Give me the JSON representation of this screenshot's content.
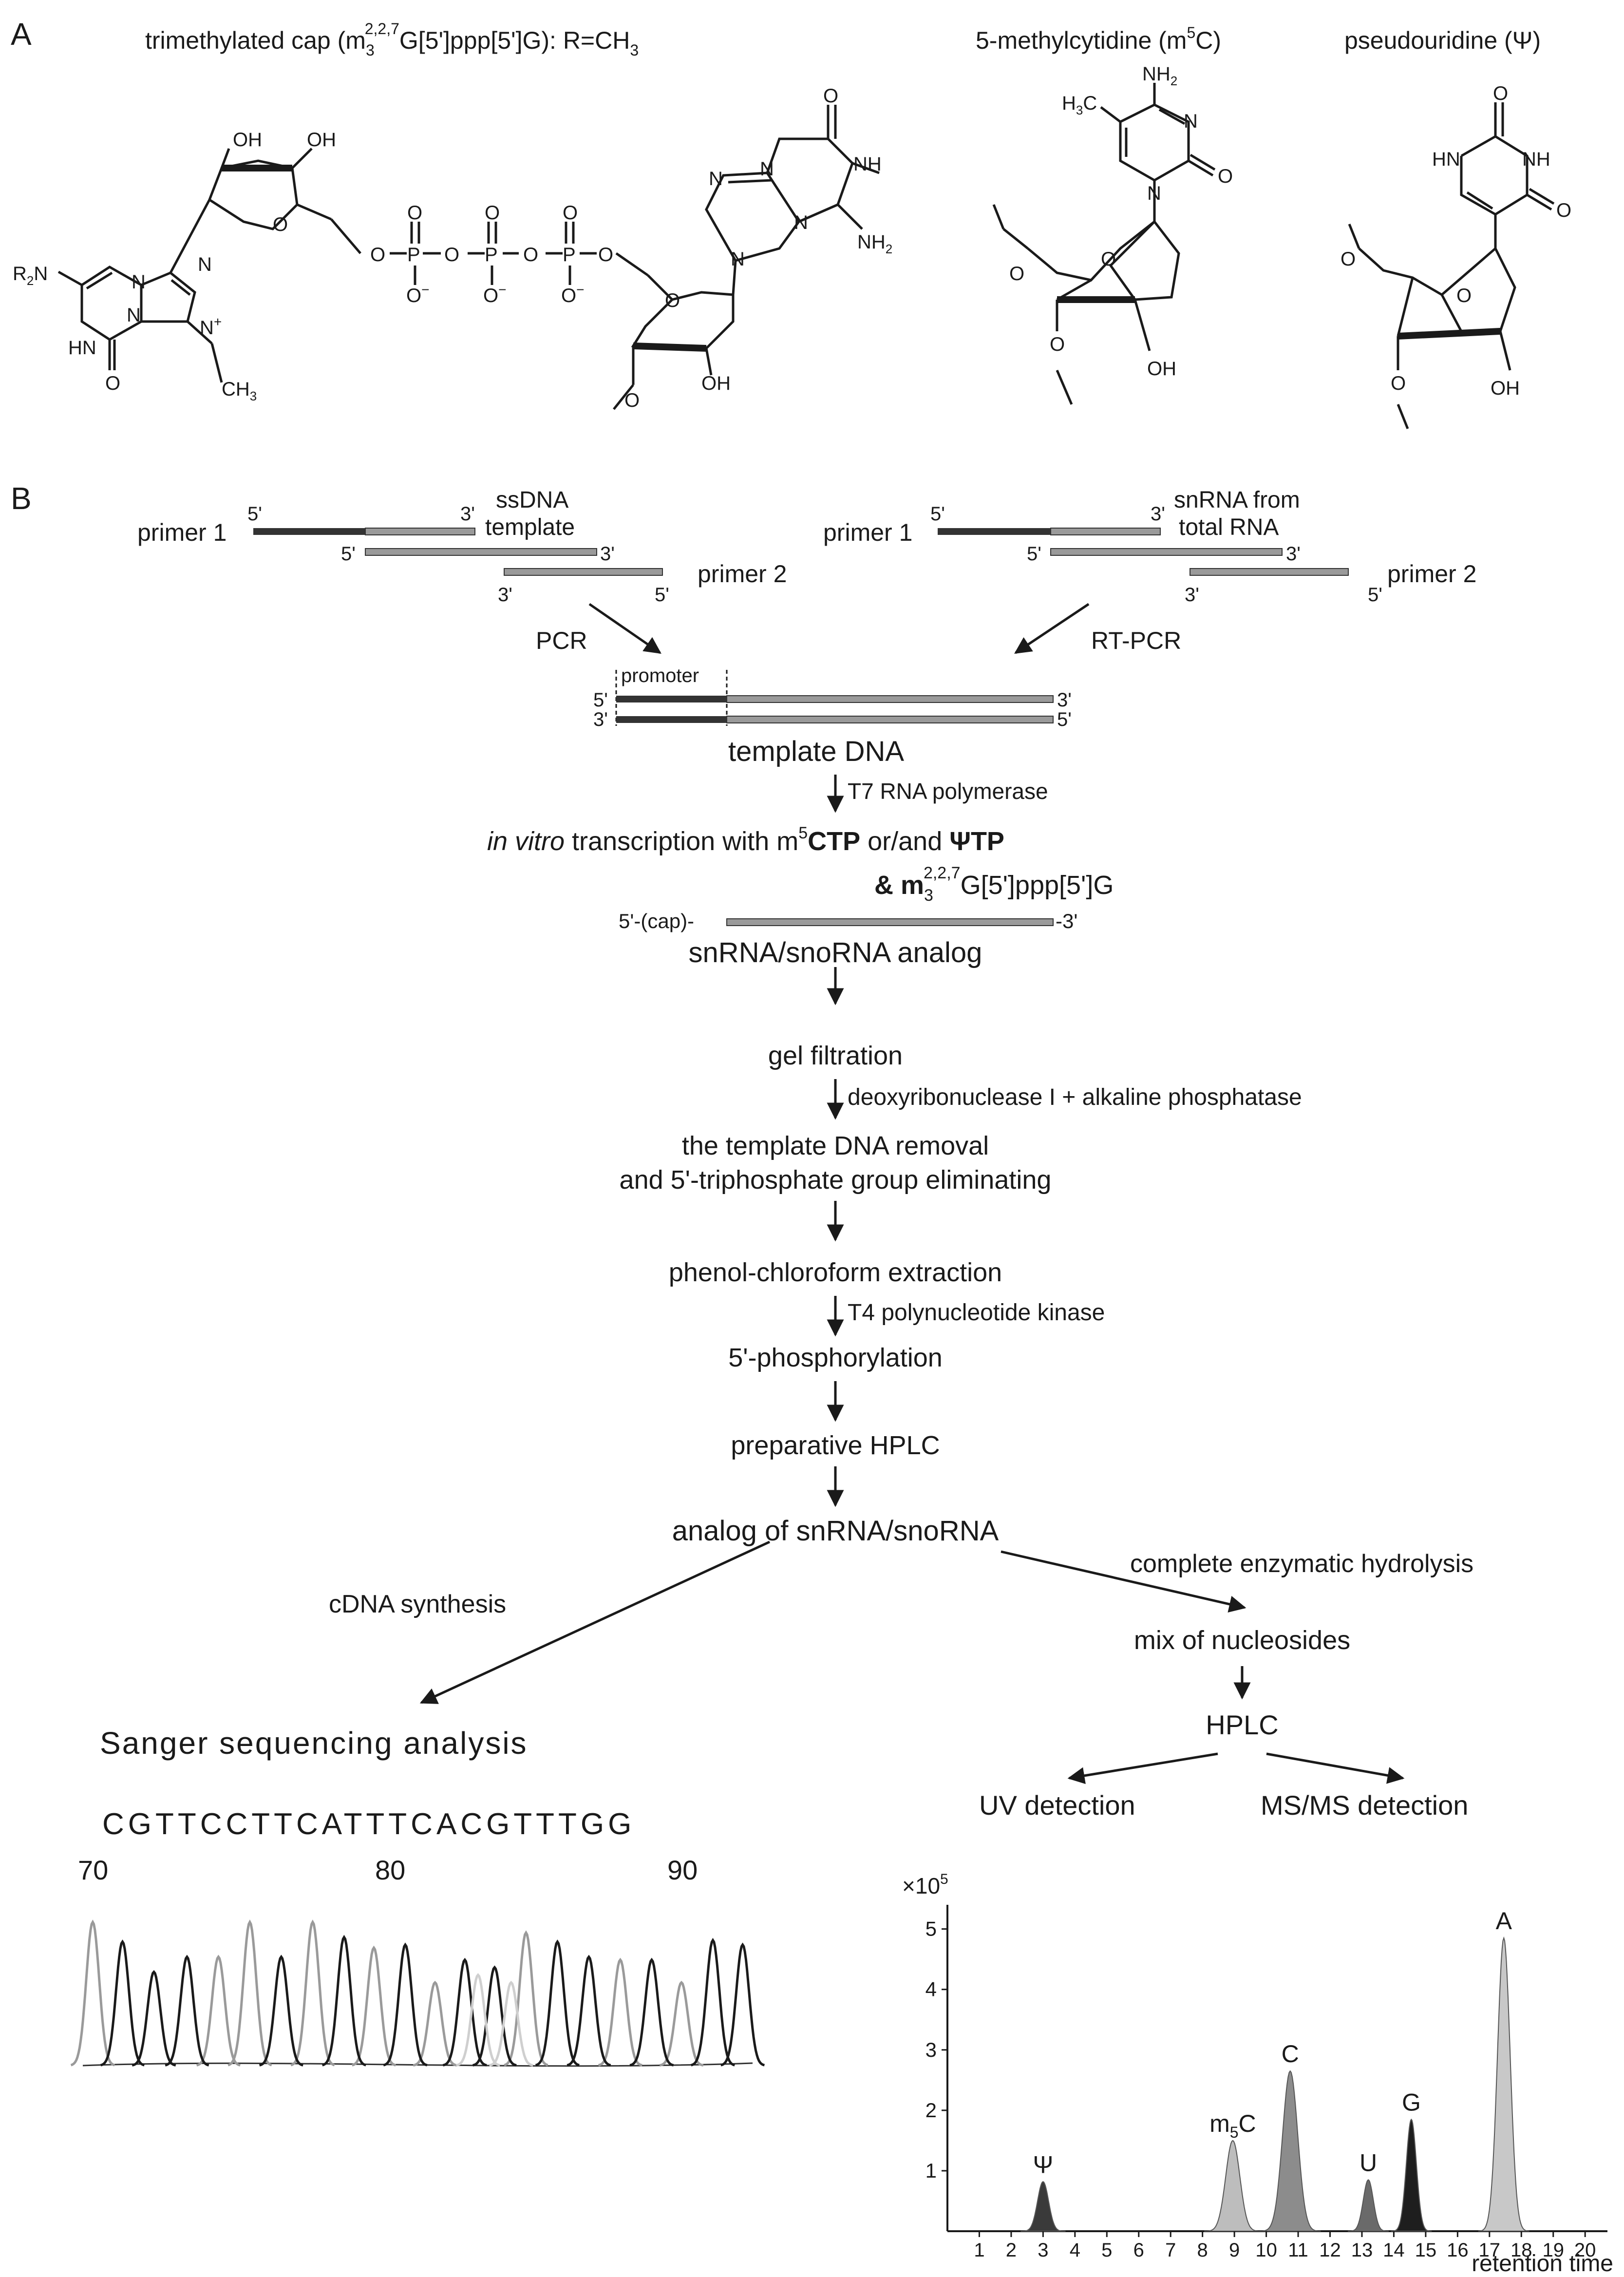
{
  "panelA": {
    "label": "A",
    "cap_title": "trimethylated cap (m3^2,2,7 G[5']ppp[5']G): R=CH3",
    "cap_title_parts": [
      "trimethylated cap (m",
      "3",
      "2,2,7",
      "G[5']ppp[5']G): R=CH",
      "3"
    ],
    "m5c_title": "5-methylcytidine (m5C)",
    "m5c_title_parts": [
      "5-methylcytidine (m",
      "5",
      "C)"
    ],
    "psi_title": "pseudouridine (Ψ)",
    "atoms": {
      "OH": "OH",
      "O": "O",
      "N": "N",
      "NH": "NH",
      "HN": "HN",
      "P": "P",
      "O_minus": "O",
      "minus": "−",
      "NH2": "NH",
      "sub2": "2",
      "R2N": "R",
      "CH3": "CH",
      "sub3": "3",
      "H3C": "H",
      "Nplus": "N",
      "plus": "+"
    }
  },
  "panelB": {
    "label": "B",
    "left_template": {
      "primer1": "primer 1",
      "five": "5'",
      "three": "3'",
      "title_line1": "ssDNA",
      "title_line2": "template",
      "primer2": "primer 2"
    },
    "right_template": {
      "primer1": "primer 1",
      "five": "5'",
      "three": "3'",
      "title_line1": "snRNA from",
      "title_line2": "total RNA",
      "primer2": "primer 2"
    },
    "pcr": "PCR",
    "rtpcr": "RT-PCR",
    "promoter": "promoter",
    "template_dna": "template DNA",
    "t7": "T7 RNA polymerase",
    "ivt_italic": "in vitro",
    "ivt_rest": " transcription  with m",
    "ivt_sup": "5",
    "ivt_bold1": "CTP",
    "ivt_mid": " or/and ",
    "ivt_bold2": "ΨTP",
    "cap_line_amp": "& m",
    "cap_line_sub": "3",
    "cap_line_sup": "2,2,7",
    "cap_line_rest": "G[5']ppp[5']G",
    "rna_5": "5'-(cap)-",
    "rna_3": "-3'",
    "steps": [
      "snRNA/snoRNA analog",
      "gel filtration",
      "deoxyribonuclease I + alkaline phosphatase",
      "the template DNA removal",
      "and 5'-triphosphate group eliminating",
      "phenol-chloroform extraction",
      "T4 polynucleotide kinase",
      "5'-phosphorylation",
      "preparative HPLC",
      "analog of snRNA/snoRNA"
    ],
    "cdna": "cDNA synthesis",
    "hydrolysis": "complete enzymatic hydrolysis",
    "mix": "mix of nucleosides",
    "hplc": "HPLC",
    "uv": "UV detection",
    "msms": "MS/MS detection",
    "sanger_title": "Sanger sequencing analysis",
    "sequence": "CGTTCCTTCATTTCACGTTTGG",
    "seq_ticks": [
      "70",
      "80",
      "90"
    ]
  },
  "chart_data": {
    "type": "area",
    "xlabel": "retention time",
    "y_multiplier": "×10",
    "y_multiplier_sup": "5",
    "xlim": [
      0,
      20.7
    ],
    "ylim": [
      0,
      5.4
    ],
    "x_ticks": [
      1,
      2,
      3,
      4,
      5,
      6,
      7,
      8,
      9,
      10,
      11,
      12,
      13,
      14,
      15,
      16,
      17,
      18,
      19,
      20
    ],
    "y_ticks": [
      1,
      2,
      3,
      4,
      5
    ],
    "peaks": [
      {
        "label": "Ψ",
        "label_sub": "",
        "center": 3.0,
        "height": 0.82,
        "width": 0.22,
        "color": "#3a3a3a"
      },
      {
        "label": "m",
        "label_sub": "5",
        "label_after": "C",
        "center": 8.95,
        "height": 1.5,
        "width": 0.28,
        "color": "#bdbdbd"
      },
      {
        "label": "C",
        "label_sub": "",
        "center": 10.75,
        "height": 2.65,
        "width": 0.3,
        "color": "#8c8c8c"
      },
      {
        "label": "U",
        "label_sub": "",
        "center": 13.2,
        "height": 0.85,
        "width": 0.2,
        "color": "#6a6a6a"
      },
      {
        "label": "G",
        "label_sub": "",
        "center": 14.55,
        "height": 1.85,
        "width": 0.2,
        "color": "#1e1e1e"
      },
      {
        "label": "A",
        "label_sub": "",
        "center": 17.45,
        "height": 4.85,
        "width": 0.25,
        "color": "#c8c8c8"
      }
    ]
  },
  "sanger_data": {
    "type": "line",
    "series": [
      {
        "color": "#9a9a9a",
        "peaks": [
          [
            0.6,
            0.95
          ],
          [
            8.2,
            0.72
          ],
          [
            10.1,
            0.95
          ],
          [
            13.9,
            0.95
          ],
          [
            17.6,
            0.78
          ],
          [
            21.3,
            0.55
          ],
          [
            26.8,
            0.88
          ],
          [
            32.5,
            0.7
          ],
          [
            36.2,
            0.55
          ]
        ]
      },
      {
        "color": "#1a1a1a",
        "peaks": [
          [
            2.4,
            0.82
          ],
          [
            4.3,
            0.62
          ],
          [
            6.3,
            0.72
          ],
          [
            12.0,
            0.72
          ],
          [
            15.8,
            0.85
          ],
          [
            19.5,
            0.8
          ],
          [
            23.1,
            0.7
          ],
          [
            24.9,
            0.65
          ],
          [
            28.7,
            0.82
          ],
          [
            30.6,
            0.72
          ],
          [
            34.4,
            0.7
          ],
          [
            38.1,
            0.83
          ],
          [
            39.9,
            0.8
          ]
        ]
      },
      {
        "color": "#cfcfcf",
        "peaks": [
          [
            23.9,
            0.6
          ],
          [
            25.9,
            0.55
          ]
        ]
      }
    ]
  }
}
